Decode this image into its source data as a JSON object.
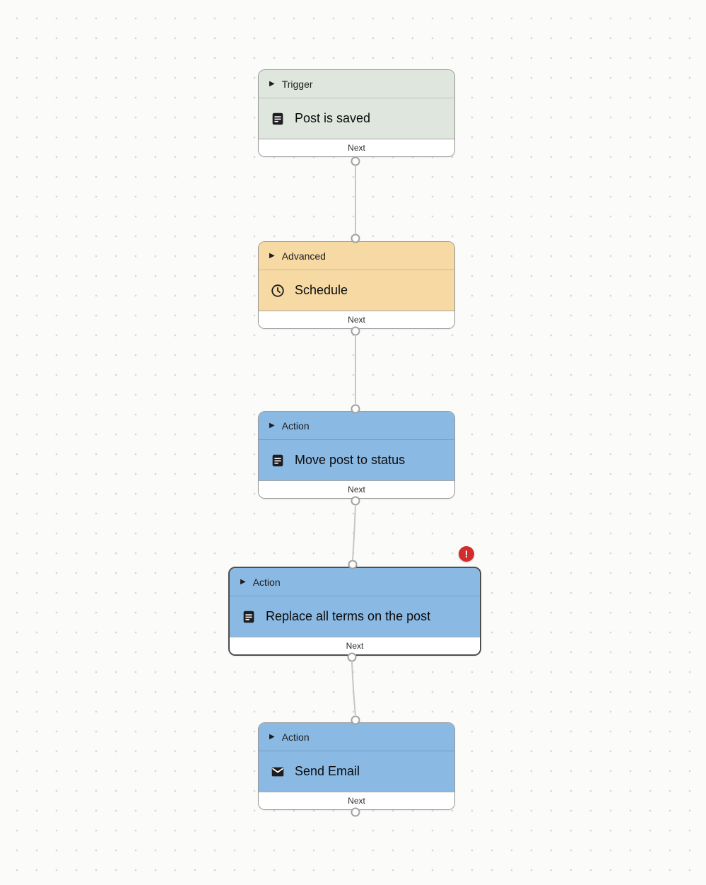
{
  "canvas": {
    "background": "#fbfbfa",
    "dot_color": "#d8d8d8"
  },
  "colors": {
    "trigger_node": "#dfe6de",
    "advanced_node": "#f6d9a3",
    "action_node": "#8ab9e3",
    "error_badge": "#d22d2d",
    "connector": "#c6c6c6",
    "node_border": "#9b9b9b",
    "selected_border": "#4e4e4e"
  },
  "icons": {
    "collapse": "▶",
    "error": "!"
  },
  "nodes": [
    {
      "kind": "Trigger",
      "title": "Post is saved",
      "icon": "document-icon",
      "next_label": "Next"
    },
    {
      "kind": "Advanced",
      "title": "Schedule",
      "icon": "clock-icon",
      "next_label": "Next"
    },
    {
      "kind": "Action",
      "title": "Move post to status",
      "icon": "document-icon",
      "next_label": "Next"
    },
    {
      "kind": "Action",
      "title": "Replace all terms on the post",
      "icon": "document-icon",
      "next_label": "Next",
      "has_error": true,
      "selected": true
    },
    {
      "kind": "Action",
      "title": "Send Email",
      "icon": "envelope-icon",
      "next_label": "Next"
    }
  ]
}
